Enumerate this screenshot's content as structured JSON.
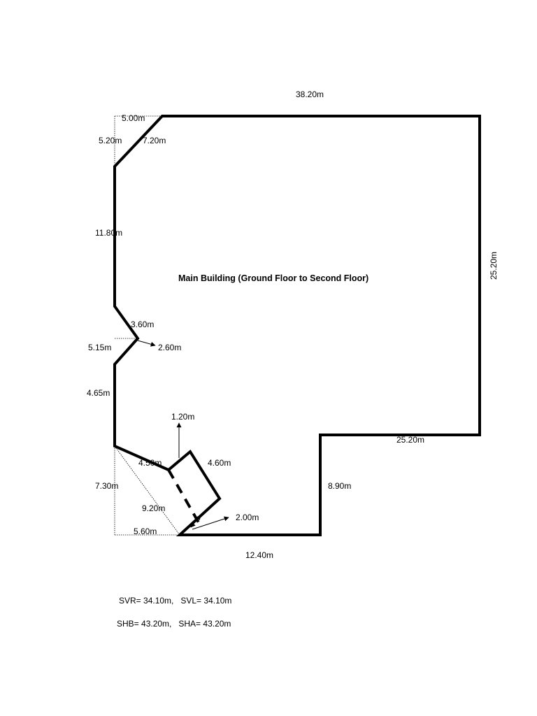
{
  "plan": {
    "title": "Main Building (Ground Floor to Second Floor)",
    "dimensions": {
      "top": "38.20m",
      "top_left_short": "5.00m",
      "left_upper": "5.20m",
      "chamfer": "7.20m",
      "left_mid": "11.80m",
      "notch_diag": "3.60m",
      "notch_depth": "2.60m",
      "notch_height": "5.15m",
      "left_lower": "4.65m",
      "bay_offset": "1.20m",
      "bay_side": "4.60m",
      "bay_edge": "4.50m",
      "left_bottom": "7.30m",
      "diagonal": "9.20m",
      "bottom_left": "5.60m",
      "bay_depth": "2.00m",
      "bottom": "12.40m",
      "right": "25.20m",
      "inner_horizontal": "25.20m",
      "inner_vertical": "8.90m"
    },
    "summary_line_1": "SVR= 34.10m,   SVL= 34.10m",
    "summary_line_2": "SHB= 43.20m,   SHA= 43.20m"
  }
}
